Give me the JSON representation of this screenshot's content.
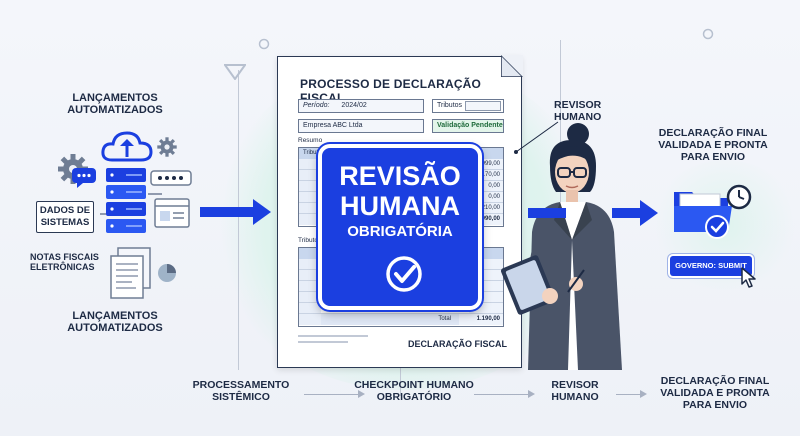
{
  "left": {
    "top_label": "LANÇAMENTOS AUTOMATIZADOS",
    "systems_label": "DADOS DE SISTEMAS",
    "notes_label": "NOTAS FISCAIS ELETRÔNICAS",
    "bottom_label": "LANÇAMENTOS AUTOMATIZADOS"
  },
  "document": {
    "title": "PROCESSO DE DECLARAÇÃO FISCAL",
    "period_label": "Período:",
    "period_value": "2024/02",
    "tributos_label": "Tributos",
    "company": "Empresa ABC Ltda",
    "status": "Validação Pendente",
    "section1": "Resumo",
    "section1_col": "Tributo",
    "values1": [
      "999,00",
      "170,00",
      "0,00",
      "0,00",
      "210,00",
      "990,00"
    ],
    "section2": "Tributo",
    "total_label": "Total",
    "total_value": "1.190,00",
    "footer": "DECLARAÇÃO FISCAL"
  },
  "badge": {
    "line1": "REVISÃO",
    "line2": "HUMANA",
    "line3": "OBRIGATÓRIA"
  },
  "reviewer_label": "REVISOR HUMANO",
  "final": {
    "label": "DECLARAÇÃO FINAL VALIDADA E PRONTA PARA ENVIO",
    "submit_label": "GOVERNO: SUBMIT"
  },
  "flow": {
    "step1": "PROCESSAMENTO SISTÊMICO",
    "step2": "CHECKPOINT HUMANO OBRIGATÓRIO",
    "step3": "REVISOR HUMANO",
    "step4": "DECLARAÇÃO FINAL VALIDADA E PRONTA PARA ENVIO"
  },
  "colors": {
    "accent": "#1b3fe0",
    "navy": "#1d2a44",
    "mint": "#d7f0ea"
  },
  "icons": [
    "cloud-upload-icon",
    "gear-icon",
    "server-stack-icon",
    "document-icon",
    "pie-chart-icon",
    "checkmark-icon",
    "folder-icon",
    "clock-icon",
    "cursor-icon"
  ]
}
